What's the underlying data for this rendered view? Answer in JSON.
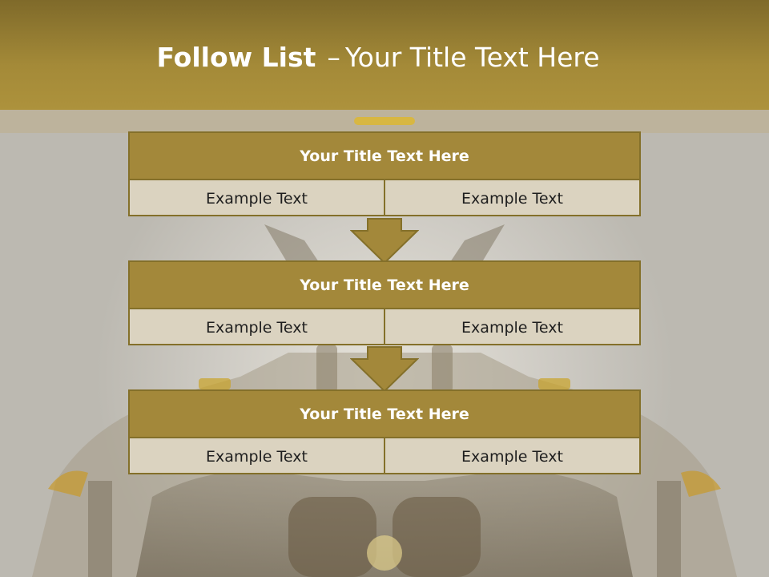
{
  "slide": {
    "title_bold": "Follow List",
    "title_dash": "–",
    "title_rest": "Your Title Text Here"
  },
  "colors": {
    "header_gold": "#a48a38",
    "block_title": "#a3883a",
    "block_border": "#84702a",
    "cell_bg": "#dbd3c0"
  },
  "blocks": [
    {
      "title": "Your Title Text Here",
      "left": "Example Text",
      "right": "Example Text"
    },
    {
      "title": "Your Title Text Here",
      "left": "Example Text",
      "right": "Example Text"
    },
    {
      "title": "Your Title Text Here",
      "left": "Example Text",
      "right": "Example Text"
    }
  ],
  "arrows": [
    "down-arrow-icon",
    "down-arrow-icon"
  ]
}
